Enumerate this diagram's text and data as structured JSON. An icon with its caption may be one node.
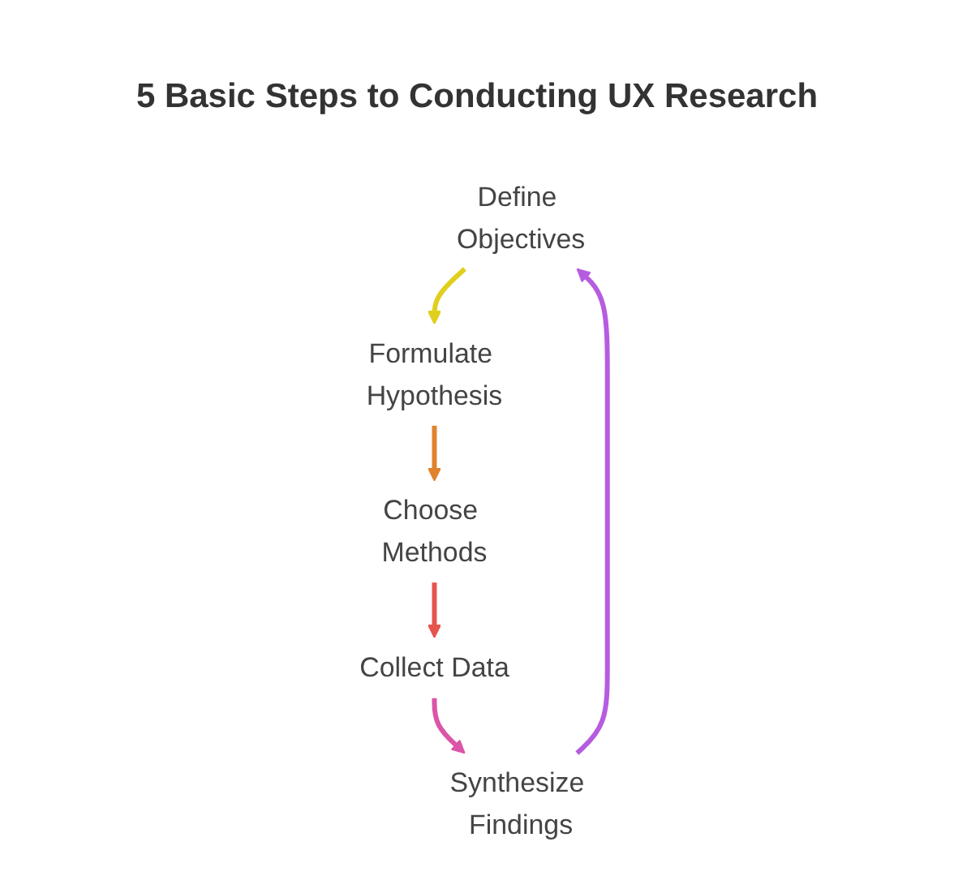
{
  "diagram": {
    "title": "5 Basic Steps to Conducting UX Research",
    "nodes": [
      {
        "text": [
          "Define Objectives"
        ]
      },
      {
        "text": [
          "Formulate Hypothesis"
        ]
      },
      {
        "text": [
          "Choose Methods"
        ]
      },
      {
        "text": [
          "Collect Data"
        ]
      },
      {
        "text": [
          "Synthesize Findings"
        ]
      }
    ],
    "edges": [
      {
        "from": 0,
        "to": 1,
        "arrow": "to",
        "color": "#e0cf1c"
      },
      {
        "from": 1,
        "to": 2,
        "arrow": "to",
        "color": "#e0832e"
      },
      {
        "from": 2,
        "to": 3,
        "arrow": "to",
        "color": "#e5554e"
      },
      {
        "from": 3,
        "to": 4,
        "arrow": "to",
        "color": "#db55a8"
      },
      {
        "from": 4,
        "to": 0,
        "arrow": "to",
        "color": "#b65ce0"
      }
    ]
  }
}
